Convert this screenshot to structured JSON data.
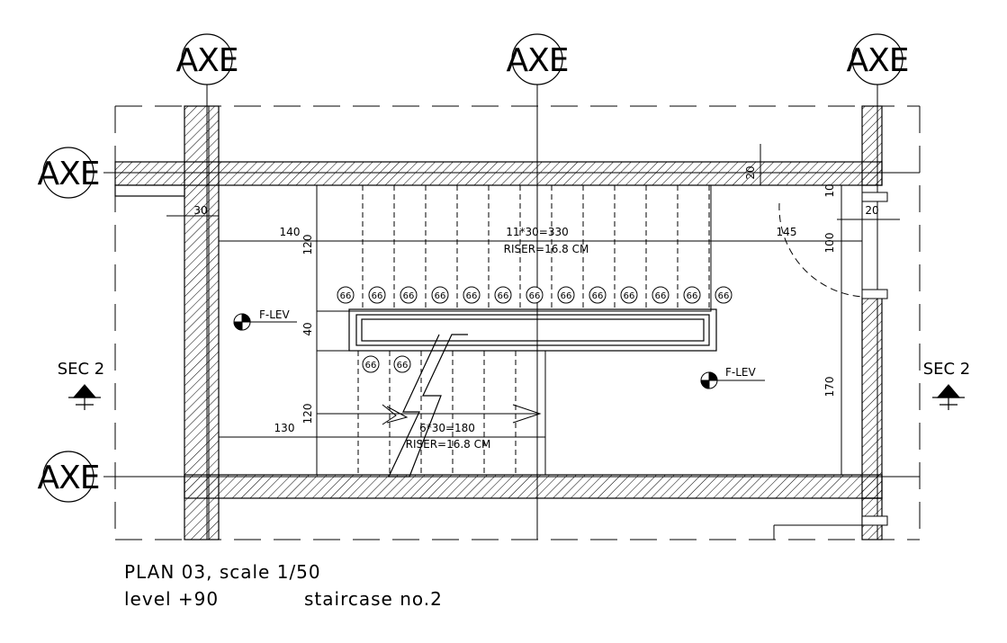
{
  "axes": {
    "top_left": "AXE",
    "top_center": "AXE",
    "top_right": "AXE",
    "left_upper": "AXE",
    "left_lower": "AXE"
  },
  "sections": {
    "left": "SEC 2",
    "right": "SEC 2"
  },
  "dimensions": {
    "upper_flight_len": "140",
    "upper_flight_formula": "11*30=330",
    "upper_flight_riser": "RISER=16.8 CM",
    "lower_flight_len": "130",
    "lower_flight_formula": "6*30=180",
    "lower_flight_riser": "RISER=16.8 CM",
    "door_offset": "145",
    "left_wall_gap": "30",
    "right_wall_gap": "20",
    "upper_top_wall": "20",
    "upper_right_10": "10",
    "upper_flight_width": "120",
    "landing_gap": "40",
    "lower_flight_width": "120",
    "door_width": "100",
    "lower_right_170": "170"
  },
  "step_marks": {
    "upper": [
      "66",
      "66",
      "66",
      "66",
      "66",
      "66",
      "66",
      "66",
      "66",
      "66",
      "66",
      "66",
      "66"
    ],
    "lower": [
      "66",
      "66"
    ]
  },
  "levels": {
    "left": "F-LEV",
    "right": "F-LEV"
  },
  "caption": {
    "line1": "PLAN 03, scale 1/50",
    "line2_level": "level  +90",
    "line2_name": "staircase no.2"
  }
}
